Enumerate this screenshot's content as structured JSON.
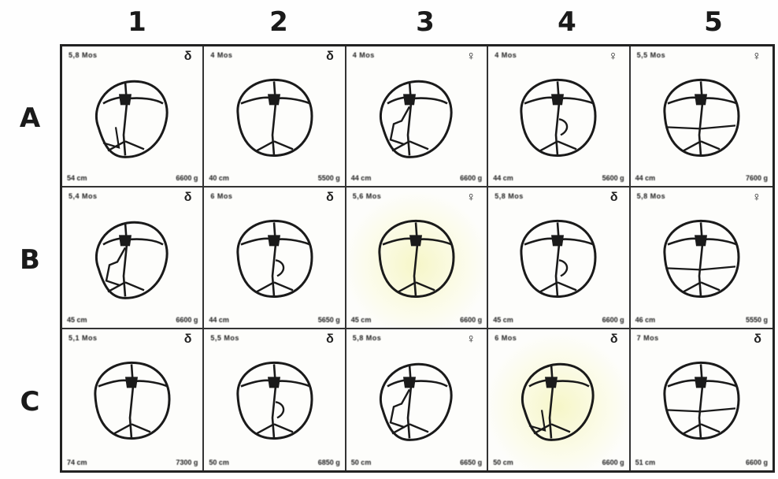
{
  "columns": [
    "1",
    "2",
    "3",
    "4",
    "5"
  ],
  "rows": [
    "A",
    "B",
    "C"
  ],
  "cells": [
    {
      "id": "A1",
      "age": "5,8 Mos",
      "sex": "δ",
      "circ": "54 cm",
      "weight": "6600 g",
      "variant": 1
    },
    {
      "id": "A2",
      "age": "4 Mos",
      "sex": "δ",
      "circ": "40 cm",
      "weight": "5500 g",
      "variant": 2
    },
    {
      "id": "A3",
      "age": "4 Mos",
      "sex": "♀",
      "circ": "44 cm",
      "weight": "6600 g",
      "variant": 3
    },
    {
      "id": "A4",
      "age": "4 Mos",
      "sex": "♀",
      "circ": "44 cm",
      "weight": "5600 g",
      "variant": 4
    },
    {
      "id": "A5",
      "age": "5,5 Mos",
      "sex": "♀",
      "circ": "44 cm",
      "weight": "7600 g",
      "variant": 5
    },
    {
      "id": "B1",
      "age": "5,4 Mos",
      "sex": "δ",
      "circ": "45 cm",
      "weight": "6600 g",
      "variant": 6
    },
    {
      "id": "B2",
      "age": "6 Mos",
      "sex": "δ",
      "circ": "44 cm",
      "weight": "5650 g",
      "variant": 7
    },
    {
      "id": "B3",
      "age": "5,6 Mos",
      "sex": "♀",
      "circ": "45 cm",
      "weight": "6600 g",
      "variant": 8
    },
    {
      "id": "B4",
      "age": "5,8 Mos",
      "sex": "δ",
      "circ": "45 cm",
      "weight": "6600 g",
      "variant": 9
    },
    {
      "id": "B5",
      "age": "5,8 Mos",
      "sex": "♀",
      "circ": "46 cm",
      "weight": "5550 g",
      "variant": 10
    },
    {
      "id": "C1",
      "age": "5,1 Mos",
      "sex": "δ",
      "circ": "74 cm",
      "weight": "7300 g",
      "variant": 11
    },
    {
      "id": "C2",
      "age": "5,5 Mos",
      "sex": "δ",
      "circ": "50 cm",
      "weight": "6850 g",
      "variant": 12
    },
    {
      "id": "C3",
      "age": "5,8 Mos",
      "sex": "♀",
      "circ": "50 cm",
      "weight": "6650 g",
      "variant": 13
    },
    {
      "id": "C4",
      "age": "6 Mos",
      "sex": "δ",
      "circ": "50 cm",
      "weight": "6600 g",
      "variant": 14
    },
    {
      "id": "C5",
      "age": "7 Mos",
      "sex": "δ",
      "circ": "51 cm",
      "weight": "6600 g",
      "variant": 15
    }
  ],
  "tinted_cells": [
    "B3",
    "C4"
  ],
  "colors": {
    "ink": "#1a1a1a",
    "tint": "#f6f6c8",
    "paper": "#fdfdfb"
  }
}
